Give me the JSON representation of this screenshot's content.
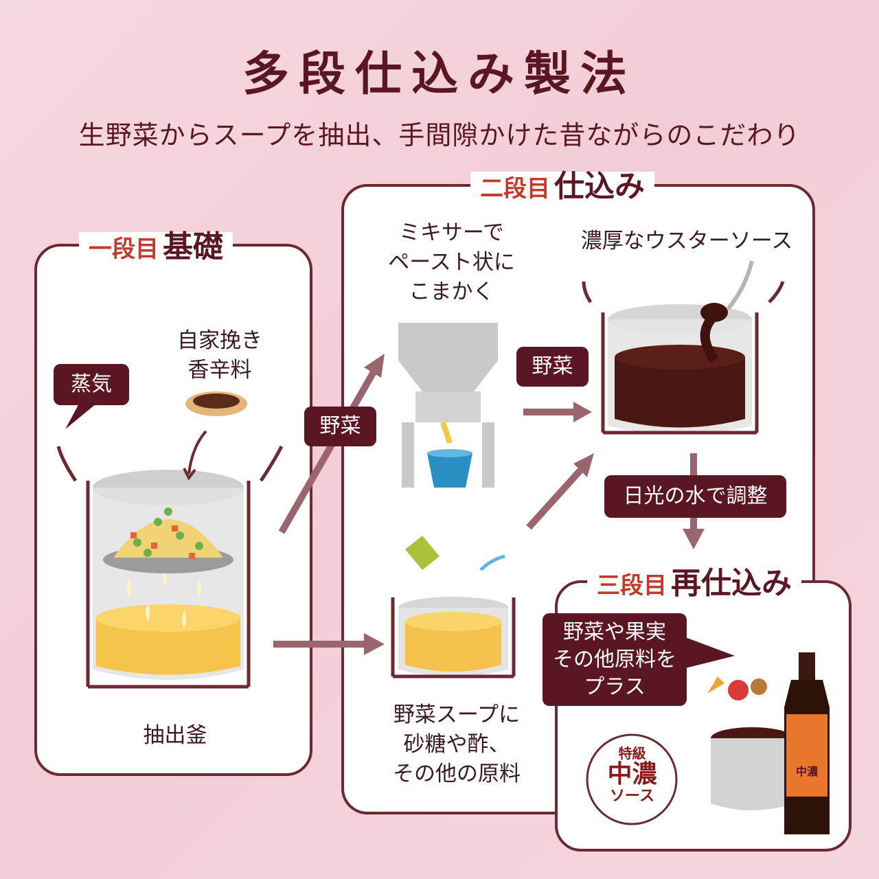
{
  "title": "多段仕込み製法",
  "subtitle": "生野菜からスープを抽出、手間隙かけた昔ながらのこだわり",
  "colors": {
    "dark": "#5a1622",
    "accent": "#c23a2a",
    "arrow": "#9b6570",
    "background": "#f4d4da"
  },
  "step1": {
    "number_label": "一段目",
    "name": "基礎",
    "spice_label": [
      "自家挽き",
      "香辛料"
    ],
    "steam_badge": "蒸気",
    "pot_label": "抽出釜"
  },
  "step2": {
    "number_label": "二段目",
    "name": "仕込み",
    "mixer_label": [
      "ミキサーで",
      "ペースト状に",
      "こまかく"
    ],
    "sauce_label": "濃厚なウスターソース",
    "vegetable_badge_1": "野菜",
    "vegetable_badge_2": "野菜",
    "water_badge": "日光の水で調整",
    "soup_label": [
      "野菜スープに",
      "砂糖や酢、",
      "その他の原料"
    ]
  },
  "step3": {
    "number_label": "三段目",
    "name": "再仕込み",
    "add_badge": [
      "野菜や果実",
      "その他原料を",
      "プラス"
    ],
    "product_logo_lines": [
      "特級",
      "中濃",
      "ソース"
    ],
    "bottle_label": "中濃"
  }
}
